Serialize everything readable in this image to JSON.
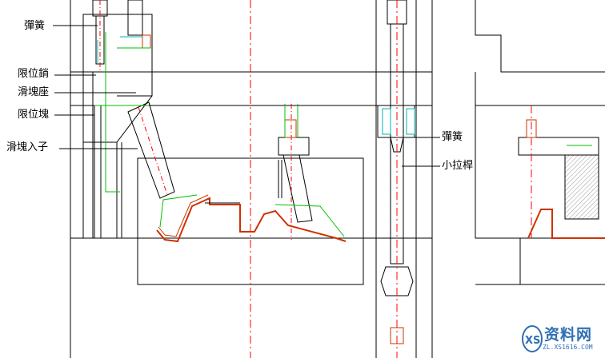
{
  "labels": {
    "spring_top": "彈簧",
    "stop_pin": "限位銷",
    "slide_seat": "滑塊座",
    "stop_block": "限位塊",
    "slide_insert": "滑塊入子",
    "spring_right": "彈簧",
    "small_pull_rod": "小拉桿"
  },
  "watermark": {
    "text": "资料网",
    "url": "ZL.XS1616.COM",
    "logo": "xs-logo-icon"
  },
  "colors": {
    "outline": "#000000",
    "centerline": "#ff0000",
    "part": "#cc3300",
    "green": "#00c000",
    "cyan": "#00b0b0",
    "watermark": "#2f6fb4"
  }
}
